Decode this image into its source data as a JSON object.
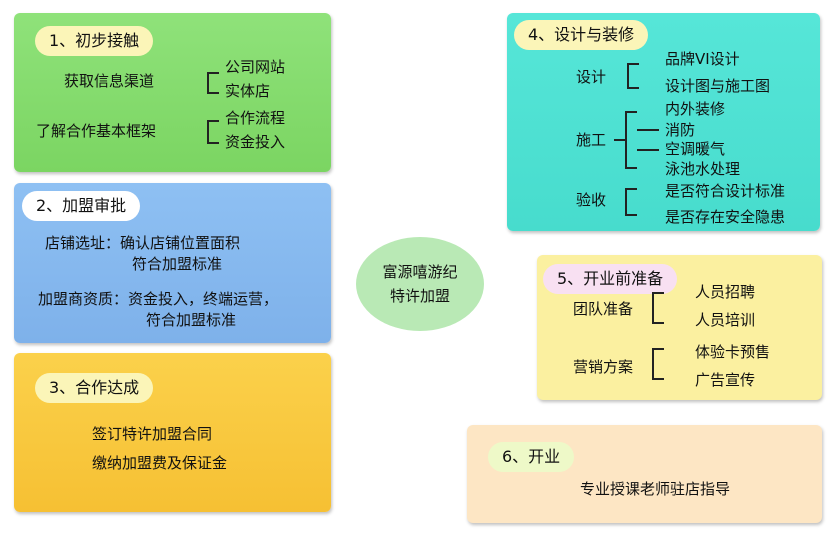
{
  "center": {
    "line1": "富源嘻游纪",
    "line2": "特许加盟"
  },
  "stage1": {
    "title": "1、初步接触",
    "group1": {
      "label": "获取信息渠道",
      "items": [
        "公司网站",
        "实体店"
      ]
    },
    "group2": {
      "label": "了解合作基本框架",
      "items": [
        "合作流程",
        "资金投入"
      ]
    }
  },
  "stage2": {
    "title": "2、加盟审批",
    "line1a": "店铺选址：确认店铺位置面积",
    "line1b": "符合加盟标准",
    "line2a": "加盟商资质：资金投入，终端运营，",
    "line2b": "符合加盟标准"
  },
  "stage3": {
    "title": "3、合作达成",
    "items": [
      "签订特许加盟合同",
      "缴纳加盟费及保证金"
    ]
  },
  "stage4": {
    "title": "4、设计与装修",
    "design": {
      "label": "设计",
      "items": [
        "品牌VI设计",
        "设计图与施工图"
      ]
    },
    "construction": {
      "label": "施工",
      "items": [
        "内外装修",
        "消防",
        "空调暖气",
        "泳池水处理"
      ]
    },
    "acceptance": {
      "label": "验收",
      "items": [
        "是否符合设计标准",
        "是否存在安全隐患"
      ]
    }
  },
  "stage5": {
    "title": "5、开业前准备",
    "team": {
      "label": "团队准备",
      "items": [
        "人员招聘",
        "人员培训"
      ]
    },
    "marketing": {
      "label": "营销方案",
      "items": [
        "体验卡预售",
        "广告宣传"
      ]
    }
  },
  "stage6": {
    "title": "6、开业",
    "item": "专业授课老师驻店指导"
  },
  "colors": {
    "stage1": "#7bd562",
    "stage2": "#7eb1ea",
    "stage3": "#f6c033",
    "stage4": "#47dccd",
    "stage5": "#fbf0a0",
    "stage6": "#fde6c4",
    "center": "#b9e9b5",
    "pill_yellow": "#fbf5b8",
    "pill_white": "#ffffff",
    "pill_pink": "#f8e0f2",
    "pill_green": "#eef9c8"
  }
}
